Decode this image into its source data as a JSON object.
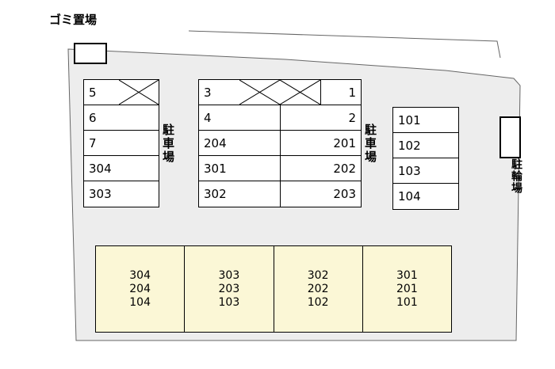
{
  "labels": {
    "garbage": "ゴミ置場",
    "parking_left": "駐車場",
    "parking_right": "駐車場",
    "bicycle": "駐輪場"
  },
  "left_table": {
    "rows": [
      {
        "label": "5",
        "crossed": true
      },
      {
        "label": "6"
      },
      {
        "label": "7"
      },
      {
        "label": "304"
      },
      {
        "label": "303"
      }
    ]
  },
  "middle_table": {
    "rows": [
      {
        "left": "3",
        "right": "1",
        "crossed": true
      },
      {
        "left": "4",
        "right": "2"
      },
      {
        "left": "204",
        "right": "201"
      },
      {
        "left": "301",
        "right": "202"
      },
      {
        "left": "302",
        "right": "203"
      }
    ]
  },
  "right_table": {
    "rows": [
      {
        "label": "101"
      },
      {
        "label": "102"
      },
      {
        "label": "103"
      },
      {
        "label": "104"
      }
    ]
  },
  "building": {
    "units": [
      {
        "lines": [
          "304",
          "204",
          "104"
        ]
      },
      {
        "lines": [
          "303",
          "203",
          "103"
        ]
      },
      {
        "lines": [
          "302",
          "202",
          "102"
        ]
      },
      {
        "lines": [
          "301",
          "201",
          "101"
        ]
      }
    ]
  },
  "colors": {
    "land_fill": "#ededed",
    "land_stroke": "#666666",
    "building_fill": "#fbf7d6",
    "line": "#000000"
  }
}
